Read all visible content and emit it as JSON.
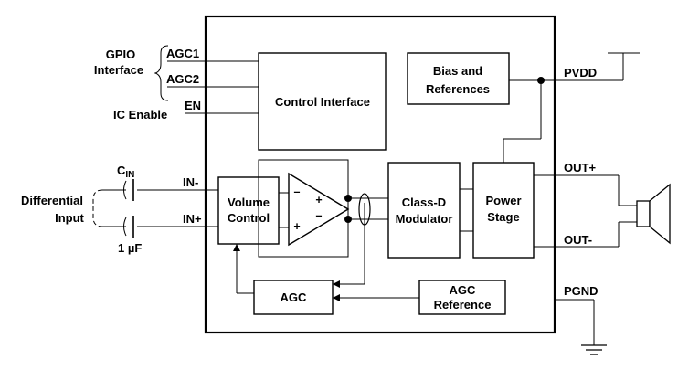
{
  "labels": {
    "gpio_line1": "GPIO",
    "gpio_line2": "Interface",
    "agc1": "AGC1",
    "agc2": "AGC2",
    "ic_enable": "IC Enable",
    "en": "EN",
    "cin_c": "C",
    "cin_sub": "IN",
    "diff_line1": "Differential",
    "diff_line2": "Input",
    "in_minus": "IN-",
    "in_plus": "IN+",
    "cap_value": "1 µF",
    "pvdd": "PVDD",
    "out_plus": "OUT+",
    "out_minus": "OUT-",
    "pgnd": "PGND",
    "amp_plus_top": "+",
    "amp_minus_top": "–",
    "amp_minus_bot": "–",
    "amp_plus_bot": "+"
  },
  "blocks": {
    "control_interface": "Control Interface",
    "bias_line1": "Bias and",
    "bias_line2": "References",
    "volume_line1": "Volume",
    "volume_line2": "Control",
    "classd_line1": "Class-D",
    "classd_line2": "Modulator",
    "power_line1": "Power",
    "power_line2": "Stage",
    "agc": "AGC",
    "agc_ref_line1": "AGC",
    "agc_ref_line2": "Reference"
  }
}
